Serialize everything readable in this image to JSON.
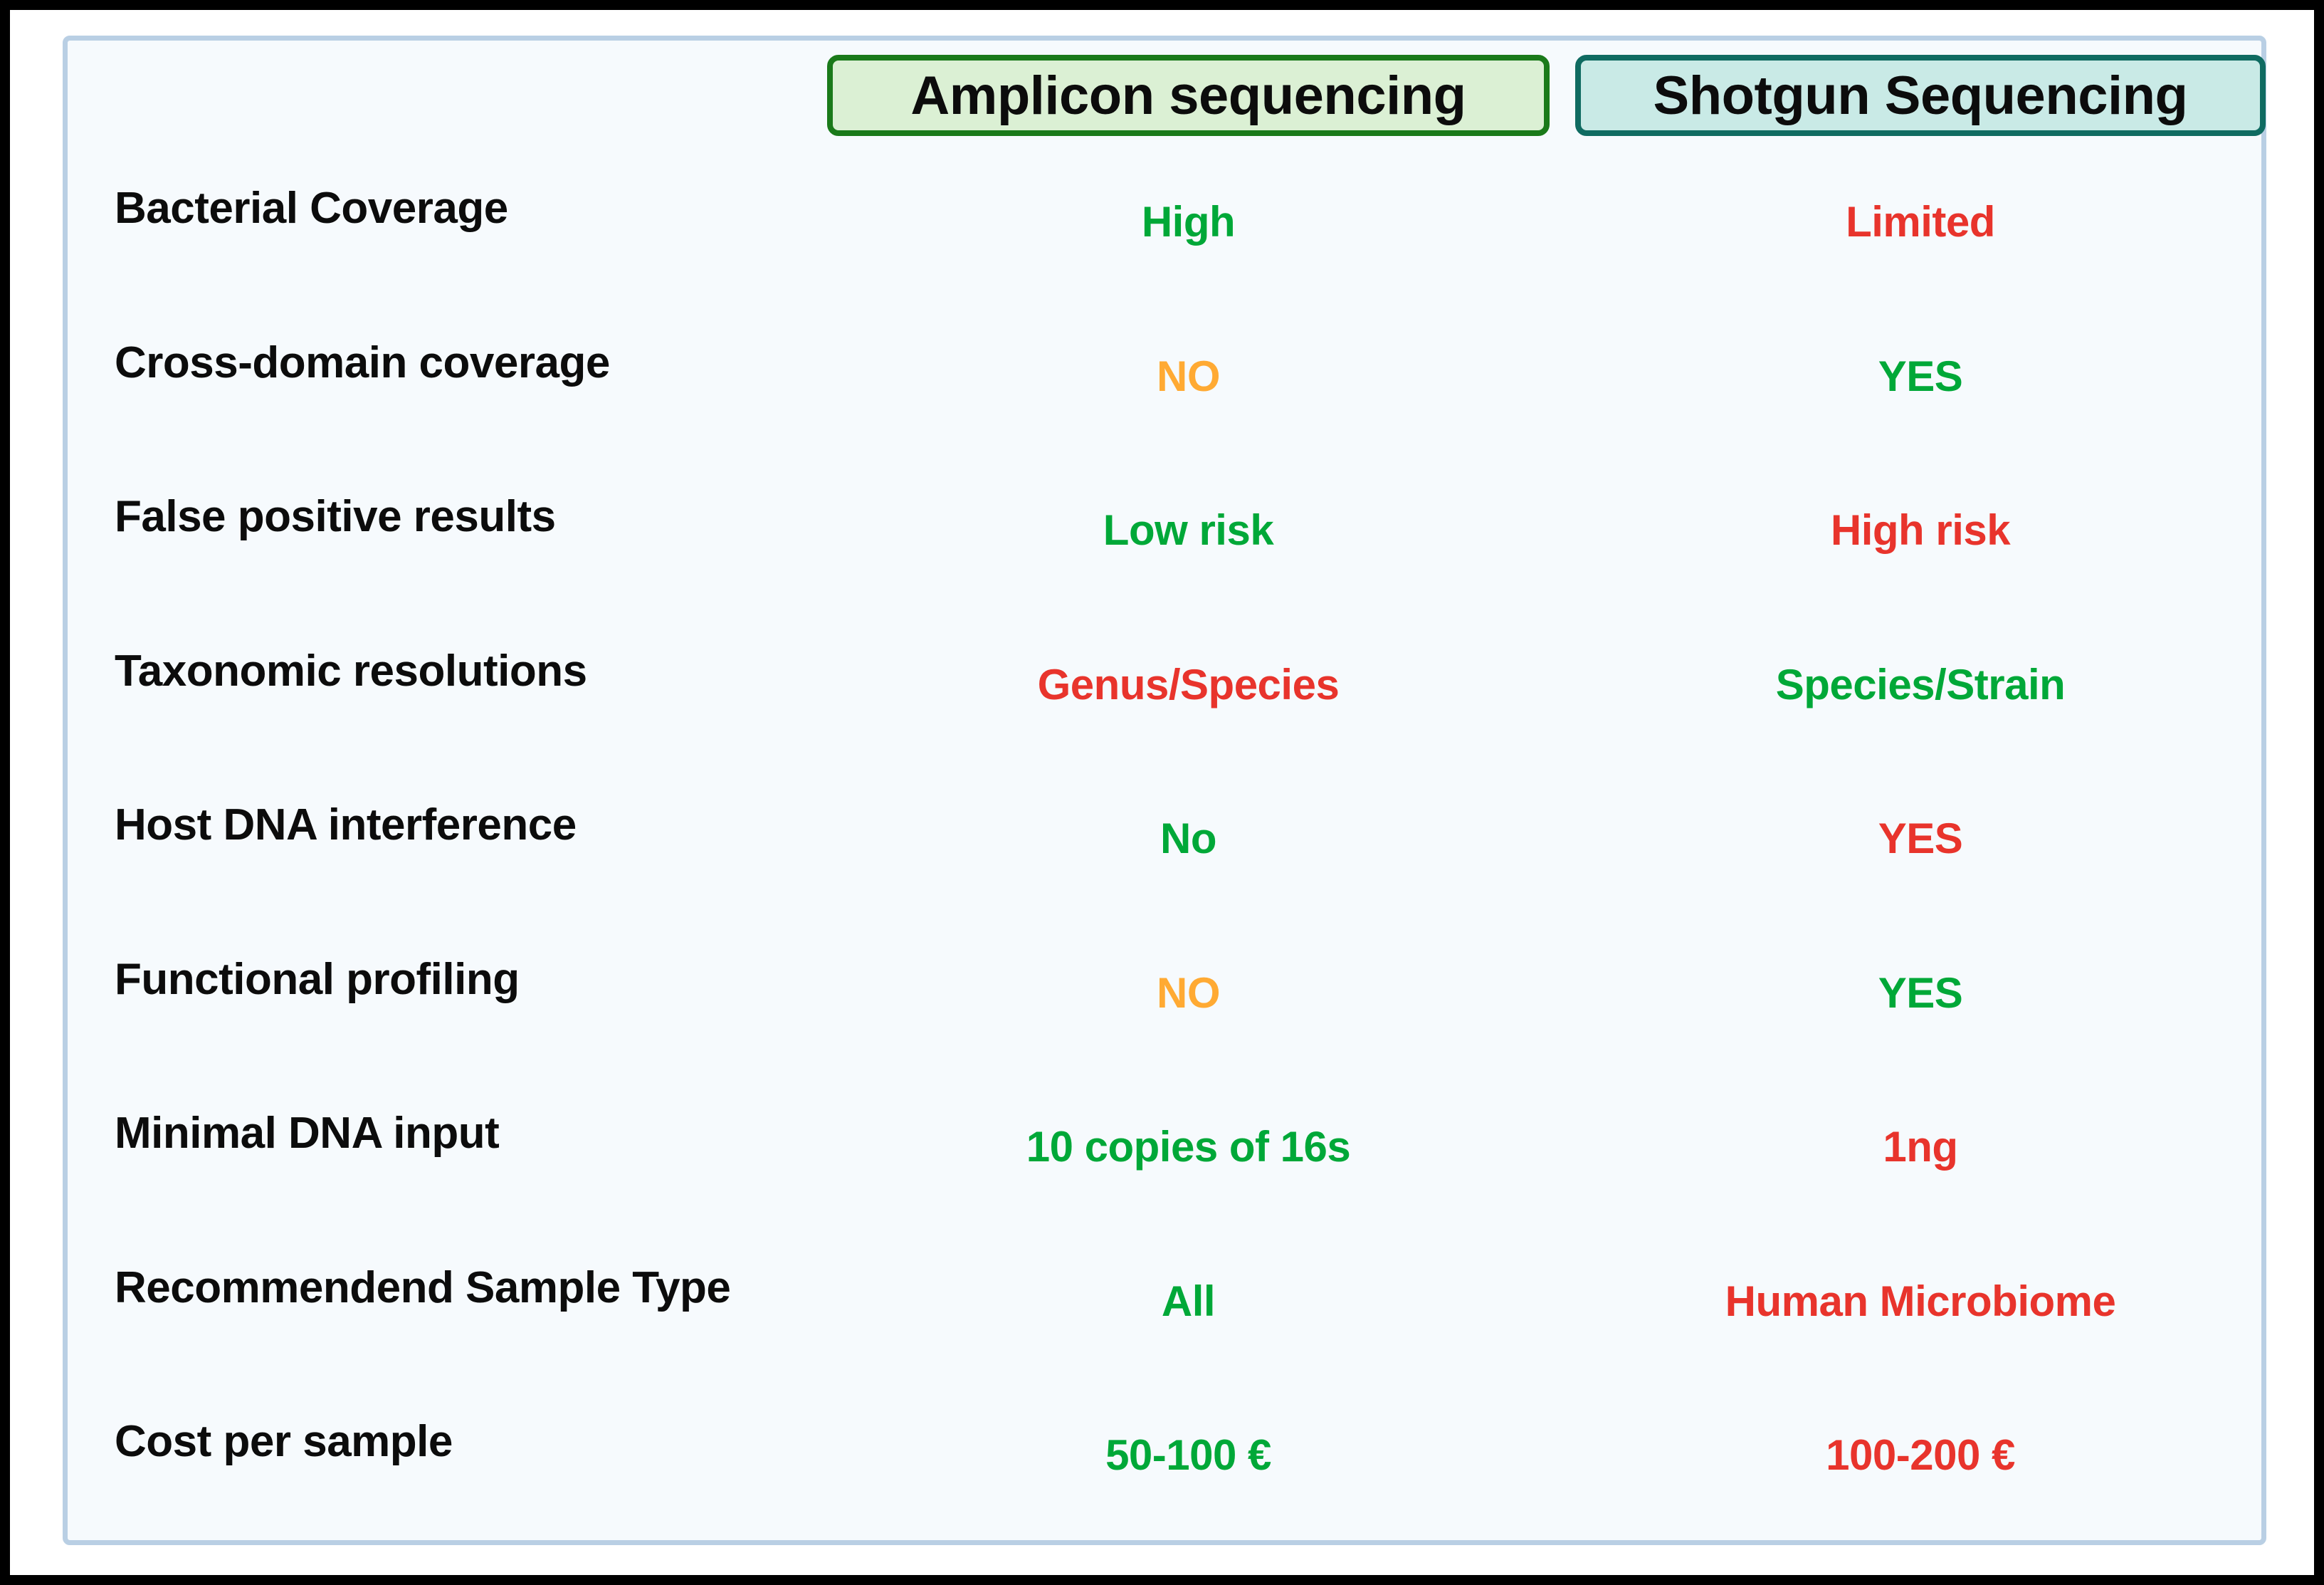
{
  "panel": {
    "frame_color": "#000000",
    "panel_border_color": "#b9cfe4",
    "panel_background": "#f6fafd"
  },
  "palette": {
    "good_green": "#00a838",
    "bad_red": "#e8342c",
    "warn_orange": "#ffaa33",
    "amplicon_border": "#1a7a1a",
    "amplicon_fill": "#dbf0d4",
    "shotgun_border": "#0f6b61",
    "shotgun_fill": "#c9eae6",
    "label_black": "#0c0c0c"
  },
  "columns": [
    {
      "key": "amplicon",
      "label": "Amplicon sequencing"
    },
    {
      "key": "shotgun",
      "label": "Shotgun Sequencing"
    }
  ],
  "rows": [
    {
      "label": "Bacterial Coverage",
      "amplicon": {
        "text": "High",
        "tone": "good"
      },
      "shotgun": {
        "text": "Limited",
        "tone": "bad"
      }
    },
    {
      "label": "Cross-domain coverage",
      "amplicon": {
        "text": "NO",
        "tone": "warn"
      },
      "shotgun": {
        "text": "YES",
        "tone": "good"
      }
    },
    {
      "label": "False positive results",
      "amplicon": {
        "text": "Low risk",
        "tone": "good"
      },
      "shotgun": {
        "text": "High risk",
        "tone": "bad"
      }
    },
    {
      "label": "Taxonomic resolutions",
      "amplicon": {
        "text": "Genus/Species",
        "tone": "bad"
      },
      "shotgun": {
        "text": "Species/Strain",
        "tone": "good"
      }
    },
    {
      "label": "Host DNA interference",
      "amplicon": {
        "text": "No",
        "tone": "good"
      },
      "shotgun": {
        "text": "YES",
        "tone": "bad"
      }
    },
    {
      "label": "Functional profiling",
      "amplicon": {
        "text": "NO",
        "tone": "warn"
      },
      "shotgun": {
        "text": "YES",
        "tone": "good"
      }
    },
    {
      "label": "Minimal DNA input",
      "amplicon": {
        "text": "10 copies of 16s",
        "tone": "good"
      },
      "shotgun": {
        "text": "1ng",
        "tone": "bad"
      }
    },
    {
      "label": "Recommendend Sample Type",
      "amplicon": {
        "text": "All",
        "tone": "good"
      },
      "shotgun": {
        "text": "Human Microbiome",
        "tone": "bad"
      }
    },
    {
      "label": "Cost per sample",
      "amplicon": {
        "text": "50-100 €",
        "tone": "good"
      },
      "shotgun": {
        "text": "100-200 €",
        "tone": "bad"
      }
    }
  ]
}
